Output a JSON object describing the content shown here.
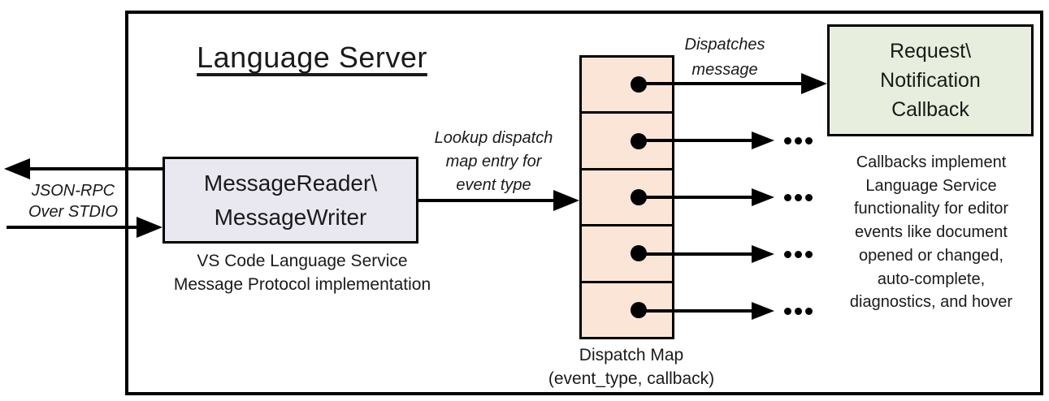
{
  "title": "Language Server",
  "io_label": {
    "lines": [
      "JSON-RPC",
      "Over STDIO"
    ]
  },
  "reader_box": {
    "lines": [
      "MessageReader\\",
      "MessageWriter"
    ]
  },
  "reader_caption": {
    "lines": [
      "VS Code Language Service",
      "Message Protocol implementation"
    ]
  },
  "lookup_label": {
    "lines": [
      "Lookup dispatch",
      "map entry for",
      "event type"
    ]
  },
  "dispatch_label": {
    "lines": [
      "Dispatches",
      "message"
    ]
  },
  "callback_box": {
    "lines": [
      "Request\\",
      "Notification",
      "Callback"
    ]
  },
  "dispatch_map": {
    "rows": 5,
    "caption_lines": [
      "Dispatch Map",
      "(event_type, callback)"
    ]
  },
  "callbacks_note": {
    "lines": [
      "Callbacks implement",
      "Language Service",
      "functionality for editor",
      "events like document",
      "opened or changed,",
      "auto-complete,",
      "diagnostics, and hover"
    ]
  },
  "colors": {
    "border": "#000000",
    "reader_fill": "#e9e8f1",
    "map_fill": "#fbe5d6",
    "callback_fill": "#e7eedd",
    "background": "#ffffff"
  }
}
